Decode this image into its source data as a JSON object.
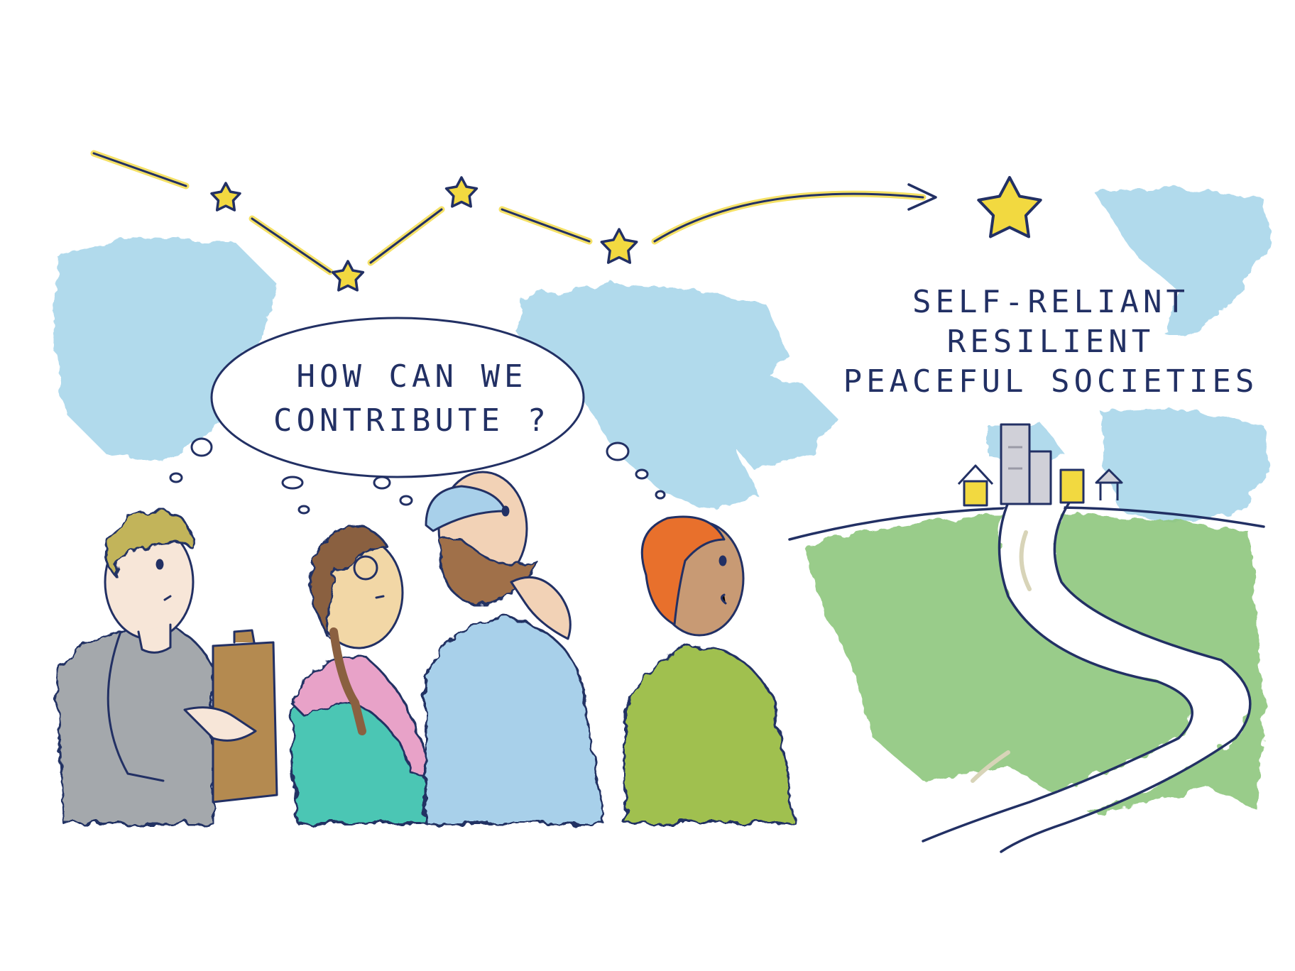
{
  "thought_bubble": {
    "lines": [
      "HOW CAN WE",
      "CONTRIBUTE ?"
    ]
  },
  "goal": {
    "lines": [
      "SELF-RELIANT",
      "RESILIENT",
      "PEACEFUL SOCIETIES"
    ]
  },
  "colors": {
    "ink": "#223064",
    "star": "#f2d940",
    "sky": "#a9d6ea",
    "grass": "#8fc77e",
    "road": "#ffffff"
  }
}
